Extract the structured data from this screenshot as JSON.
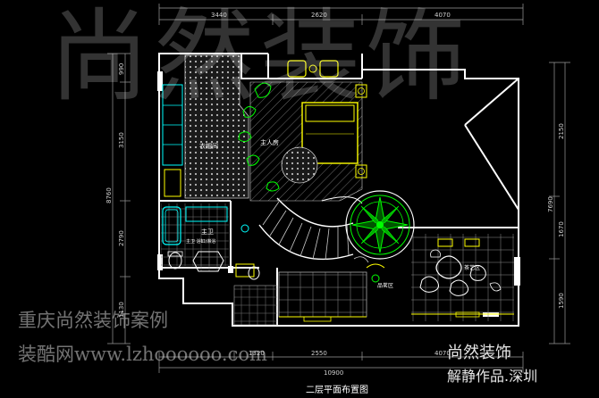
{
  "watermark": "尚然装饰",
  "company_case": "重庆尚然装饰案例",
  "site_line": "装酷网www.lzhoooooo.com",
  "brand": "尚然装饰",
  "author_credit": "解静作品.深圳",
  "plan_title": "二层平面布置图",
  "dimensions": {
    "top": [
      "3440",
      "2620",
      "4070"
    ],
    "bottom": [
      "1320",
      "2550",
      "4070"
    ],
    "bottom_total": "10900",
    "left": [
      "990",
      "3150",
      "2790",
      "1130"
    ],
    "left_total": "8760",
    "right": [
      "2150",
      "1670",
      "1590"
    ],
    "right_total": "7690"
  },
  "rooms": {
    "cloakroom": "衣帽间",
    "master_bedroom": "主人房",
    "bathroom": "主卫",
    "bathroom_detail": "主卫 浴缸/淋浴",
    "tea_room": "茶艺区",
    "lounge": "品茗区"
  },
  "colors": {
    "background": "#000000",
    "wall": "#ffffff",
    "furniture": "#ffff00",
    "fixture": "#00ff00",
    "dimension": "#00ffff",
    "pattern": "#b0b0b0"
  }
}
